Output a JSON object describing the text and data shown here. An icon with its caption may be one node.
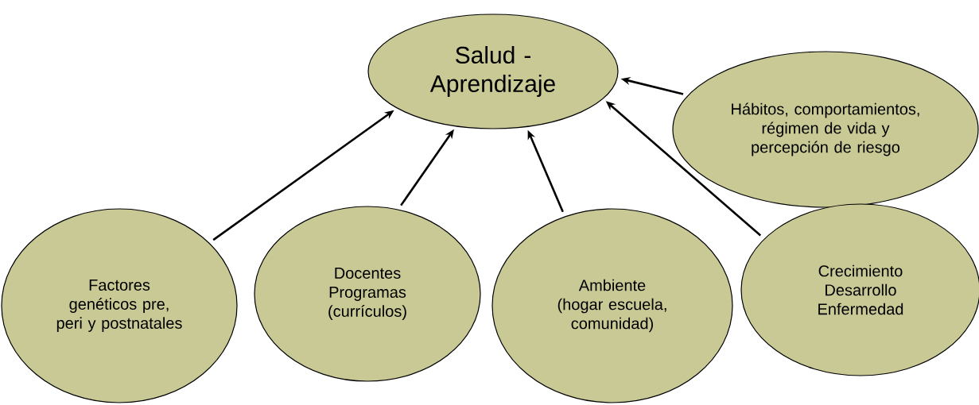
{
  "diagram": {
    "nodes": [
      {
        "text": [
          "Salud - Aprendizaje"
        ]
      },
      {
        "text": [
          "Hábitos, comportamientos, régimen de vida y percepción de riesgo"
        ]
      },
      {
        "text": [
          "Factores genéticos pre, peri y postnatales"
        ]
      },
      {
        "text": [
          "Docentes Programas (currículos)"
        ]
      },
      {
        "text": [
          "Ambiente (hogar escuela, comunidad)"
        ]
      },
      {
        "text": [
          "Crecimiento Desarrollo Enfermedad"
        ]
      }
    ],
    "edges": [
      {
        "from": 1,
        "to": 0,
        "arrow": "to"
      },
      {
        "from": 2,
        "to": 0,
        "arrow": "to"
      },
      {
        "from": 3,
        "to": 0,
        "arrow": "to"
      },
      {
        "from": 4,
        "to": 0,
        "arrow": "to"
      },
      {
        "from": 5,
        "to": 0,
        "arrow": "to"
      }
    ]
  }
}
